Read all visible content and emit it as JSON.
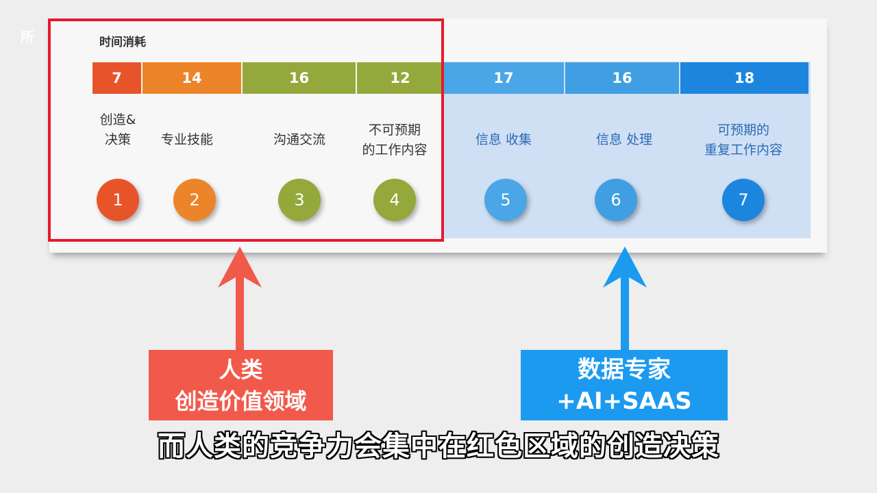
{
  "watermark": "所",
  "time_label": "时间消耗",
  "segments": [
    {
      "value": "7",
      "label_lines": [
        "创造&",
        "决策"
      ],
      "number": "1",
      "color": "#e8542a"
    },
    {
      "value": "14",
      "label_lines": [
        "专业技能"
      ],
      "number": "2",
      "color": "#ec842a"
    },
    {
      "value": "16",
      "label_lines": [
        "沟通交流"
      ],
      "number": "3",
      "color": "#94a83b"
    },
    {
      "value": "12",
      "label_lines": [
        "不可预期",
        "的工作内容"
      ],
      "number": "4",
      "color": "#94a83b"
    },
    {
      "value": "17",
      "label_lines": [
        "信息 收集"
      ],
      "number": "5",
      "color": "#4aa6e6"
    },
    {
      "value": "16",
      "label_lines": [
        "信息 处理"
      ],
      "number": "6",
      "color": "#3f9fe2"
    },
    {
      "value": "18",
      "label_lines": [
        "可预期的",
        "重复工作内容"
      ],
      "number": "7",
      "color": "#1c86de"
    }
  ],
  "human_box": {
    "line1": "人类",
    "line2": "创造价值领域",
    "color": "#f15a4b"
  },
  "expert_box": {
    "line1": "数据专家",
    "line2": "+AI+SAAS",
    "color": "#1c9af0"
  },
  "subtitle": "而人类的竞争力会集中在红色区域的创造决策"
}
